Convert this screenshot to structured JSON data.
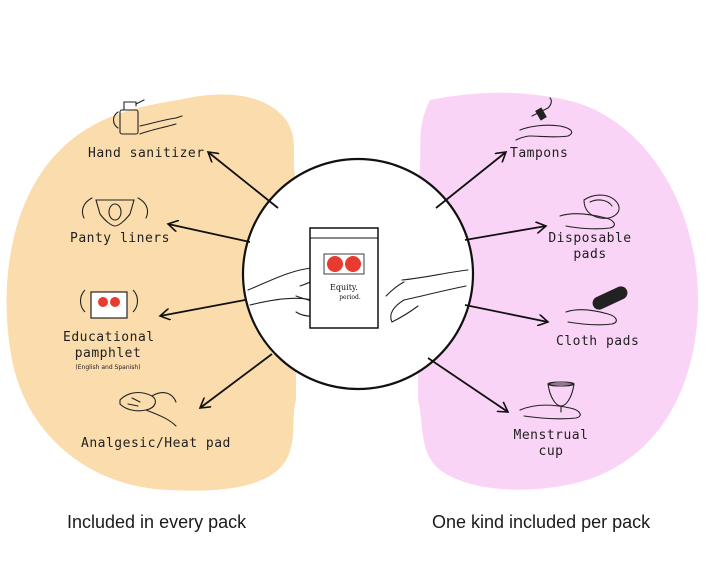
{
  "colors": {
    "left_panel": "#fbdcac",
    "right_panel": "#fad4f6",
    "line": "#111111",
    "brand_red": "#e83a2e"
  },
  "center": {
    "brand_line1": "Equity.",
    "brand_line2": "period."
  },
  "left": {
    "items": [
      {
        "label": "Hand sanitizer",
        "icon": "hand-sanitizer-icon"
      },
      {
        "label": "Panty liners",
        "icon": "panty-liner-icon"
      },
      {
        "label_line1": "Educational",
        "label_line2": "pamphlet",
        "note": "(English and Spanish)",
        "icon": "pamphlet-icon"
      },
      {
        "label": "Analgesic/Heat pad",
        "icon": "heat-pad-icon"
      }
    ],
    "caption": "Included in every pack"
  },
  "right": {
    "items": [
      {
        "label": "Tampons",
        "icon": "tampon-icon"
      },
      {
        "label_line1": "Disposable",
        "label_line2": "pads",
        "icon": "disposable-pad-icon"
      },
      {
        "label": "Cloth pads",
        "icon": "cloth-pad-icon"
      },
      {
        "label_line1": "Menstrual",
        "label_line2": "cup",
        "icon": "menstrual-cup-icon"
      }
    ],
    "caption": "One kind included per pack"
  }
}
